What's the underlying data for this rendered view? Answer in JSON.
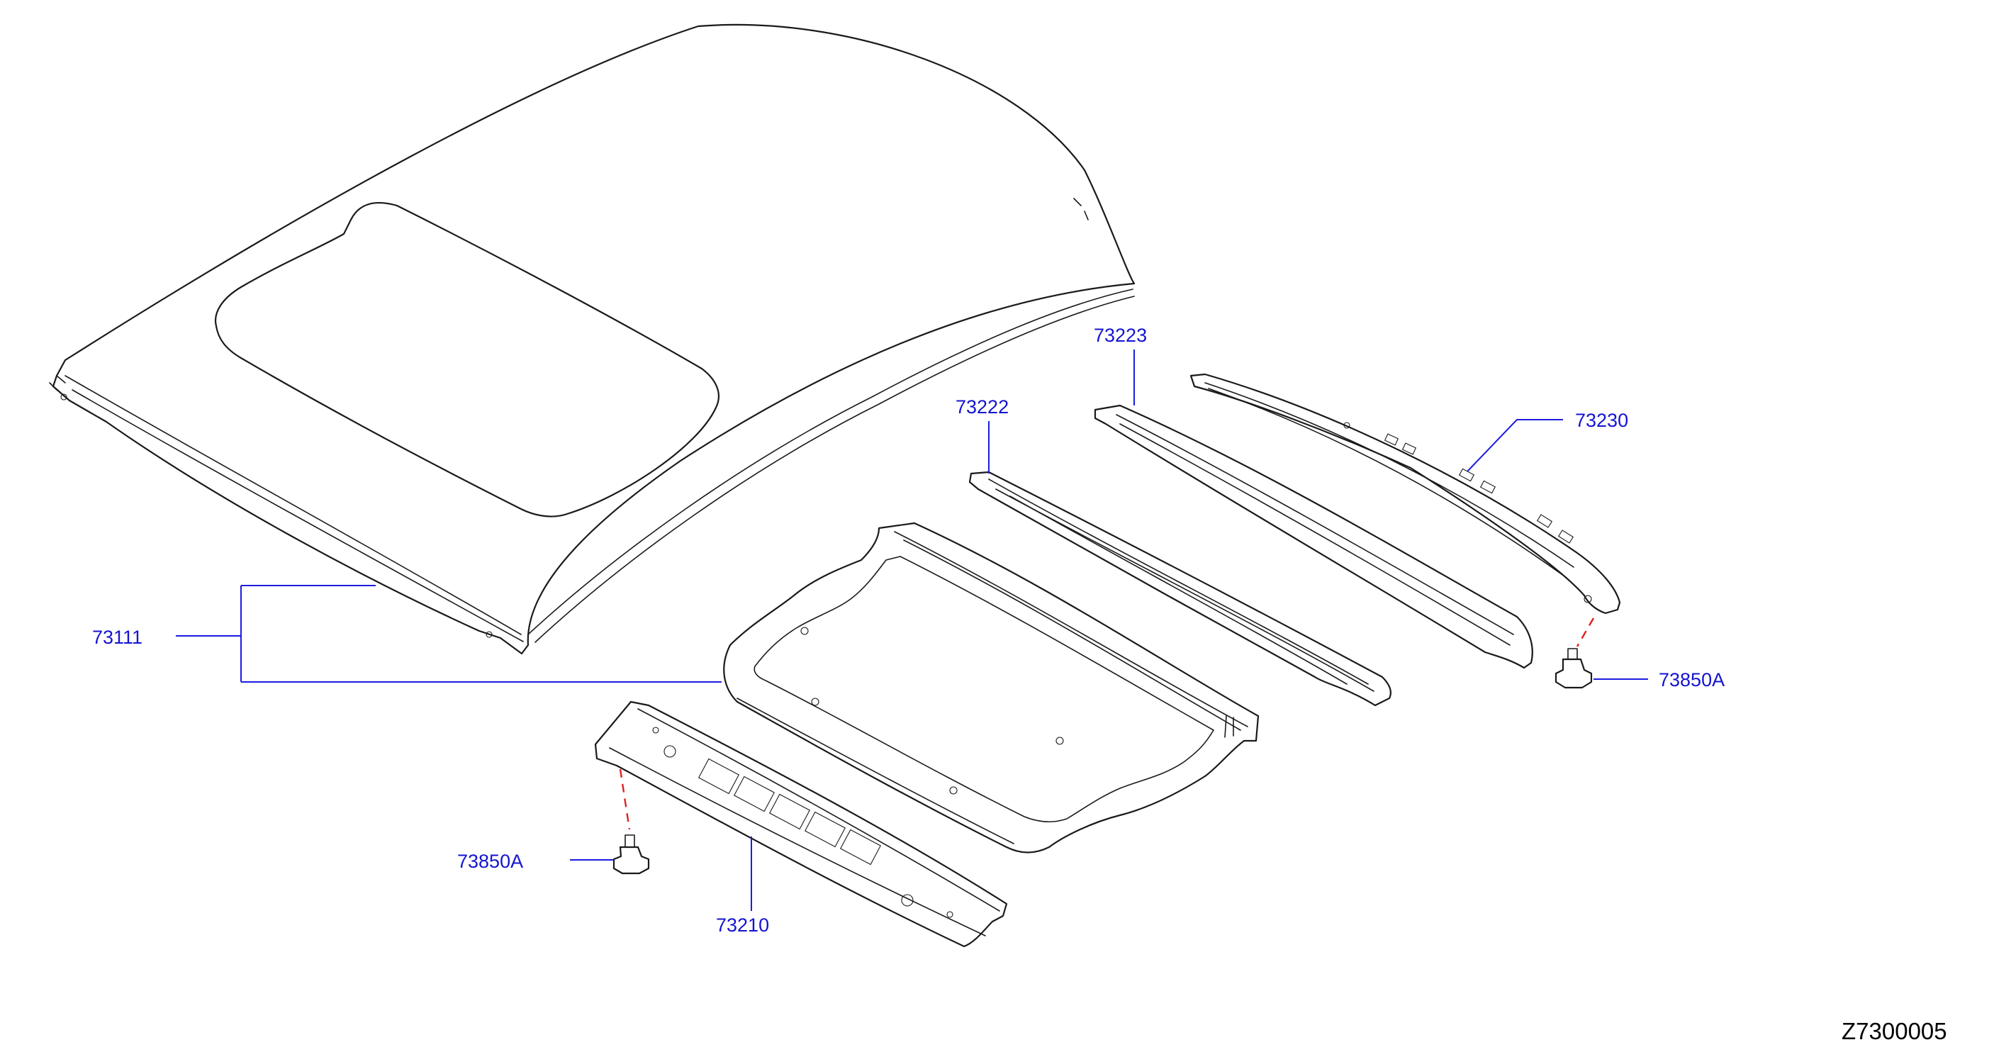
{
  "diagram": {
    "reference_code": "Z7300005",
    "callouts": {
      "roof_panel": "73111",
      "rear_rail": "73222",
      "front_rail": "73223",
      "bow": "73230",
      "clip_right": "73850A",
      "clip_left": "73850A",
      "center_rail": "73210"
    }
  },
  "colors": {
    "callout_text": "#1414d2",
    "leader_line": "#1c1ce0",
    "install_dash": "#e02020",
    "outline": "#1a1a1a"
  }
}
